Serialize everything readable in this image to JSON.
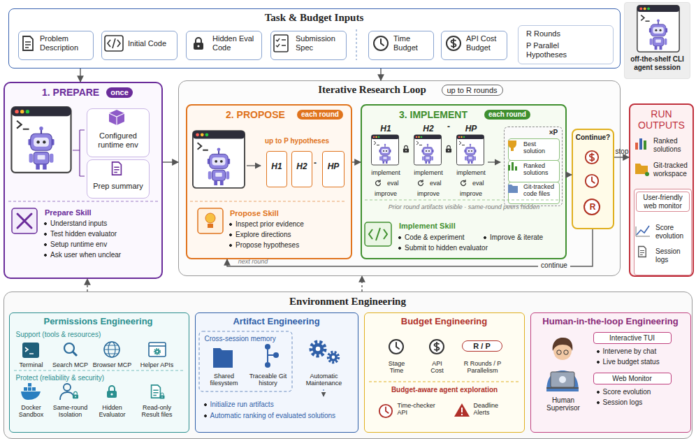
{
  "diagram": {
    "nodes": [
      {
        "text": [
          "Task & Budget Inputs"
        ]
      },
      {
        "text": [
          "Problem Description"
        ],
        "in": 0
      },
      {
        "text": [
          "Initial Code"
        ],
        "in": 0
      },
      {
        "text": [
          "Hidden Eval Code"
        ],
        "in": 0
      },
      {
        "text": [
          "Submission Spec"
        ],
        "in": 0
      },
      {
        "text": [
          "Time Budget"
        ],
        "in": 0
      },
      {
        "text": [
          "API Cost Budget"
        ],
        "in": 0
      },
      {
        "text": [
          "R Rounds",
          "P Parallel Hypotheses"
        ],
        "in": 0
      },
      {
        "text": [
          "off-the-shelf CLI agent session"
        ]
      },
      {
        "text": [
          "1. PREPARE",
          "once",
          "Prepare Skill",
          "Understand inputs",
          "Test hidden evaluator",
          "Setup runtime env",
          "Ask user when unclear"
        ]
      },
      {
        "text": [
          "Configured runtime env"
        ],
        "in": 9
      },
      {
        "text": [
          "Prep summary"
        ],
        "in": 9
      },
      {
        "text": [
          "Iterative Research Loop",
          "up to R rounds"
        ]
      },
      {
        "text": [
          "2. PROPOSE",
          "each round",
          "up to P hypotheses",
          "Propose Skill",
          "Inspect prior evidence",
          "Explore directions",
          "Propose hypotheses"
        ],
        "in": 12
      },
      {
        "text": [
          "H1"
        ],
        "in": 13
      },
      {
        "text": [
          "H2"
        ],
        "in": 13
      },
      {
        "text": [
          "HP"
        ],
        "in": 13
      },
      {
        "text": [
          "3. IMPLEMENT",
          "each round",
          "Prior round artifacts visible · same-round peers hidden",
          "Implement Skill",
          "Code & experiment",
          "Improve & iterate",
          "Submit to hidden evaluator",
          "H1",
          "implement",
          "eval",
          "improve",
          "H2",
          "implement",
          "eval",
          "improve",
          "HP",
          "implement",
          "eval",
          "improve"
        ],
        "in": 12
      },
      {
        "text": [
          "×P"
        ],
        "in": 17
      },
      {
        "text": [
          "Best solution"
        ],
        "in": 18
      },
      {
        "text": [
          "Ranked solutions"
        ],
        "in": 18
      },
      {
        "text": [
          "Git-tracked code files"
        ],
        "in": 18
      },
      {
        "text": [
          "Continue?",
          "R"
        ],
        "in": 12
      },
      {
        "text": [
          "RUN OUTPUTS",
          "Ranked solutions",
          "Git-tracked workspace"
        ]
      },
      {
        "text": [
          "User-friendly web monitor",
          "Score evolution",
          "Session logs"
        ],
        "in": 23
      },
      {
        "text": [
          "Environment Engineering"
        ]
      },
      {
        "text": [
          "Permissions Engineering",
          "Support (tools & resources)",
          "Terminal",
          "Search MCP",
          "Browser MCP",
          "Helper APIs",
          "Protect (reliability & security)",
          "Docker Sandbox",
          "Same-round Isolation",
          "Hidden Evaluator",
          "Read-only Result files"
        ],
        "in": 25
      },
      {
        "text": [
          "Artifact Engineering",
          "Cross-session memory",
          "Shared filesystem",
          "Traceable Git history",
          "Automatic Maintenance",
          "Initialize run artifacts",
          "Automatic ranking of evaluated solutions"
        ],
        "in": 25
      },
      {
        "text": [
          "Budget Engineering",
          "Stage Time",
          "API Cost",
          "R / P",
          "R Rounds / P Parallelism",
          "Budget-aware agent exploration",
          "Time-checker API",
          "Deadline Alerts"
        ],
        "in": 25
      },
      {
        "text": [
          "Human-in-the-loop Engineering",
          "Human Supervisor",
          "Interactive TUI",
          "Intervene by chat",
          "Live budget status",
          "Web Monitor",
          "Score evolution",
          "Session logs"
        ],
        "in": 25
      }
    ],
    "edges": [
      {
        "from": 0,
        "to": 9,
        "arrow": "to"
      },
      {
        "from": 0,
        "to": 12,
        "arrow": "to"
      },
      {
        "from": 9,
        "to": 12,
        "arrow": "to"
      },
      {
        "from": 13,
        "to": 17,
        "arrow": "to"
      },
      {
        "from": 17,
        "to": 22,
        "arrow": "to"
      },
      {
        "from": 22,
        "to": 23,
        "arrow": "to",
        "label": "stop"
      },
      {
        "from": 22,
        "to": 13,
        "arrow": "to",
        "label": "continue"
      },
      {
        "from": 25,
        "to": 9,
        "arrow": "to"
      },
      {
        "from": 25,
        "to": 12,
        "arrow": "to"
      }
    ],
    "labels": [
      "-",
      "-",
      "next round"
    ]
  }
}
